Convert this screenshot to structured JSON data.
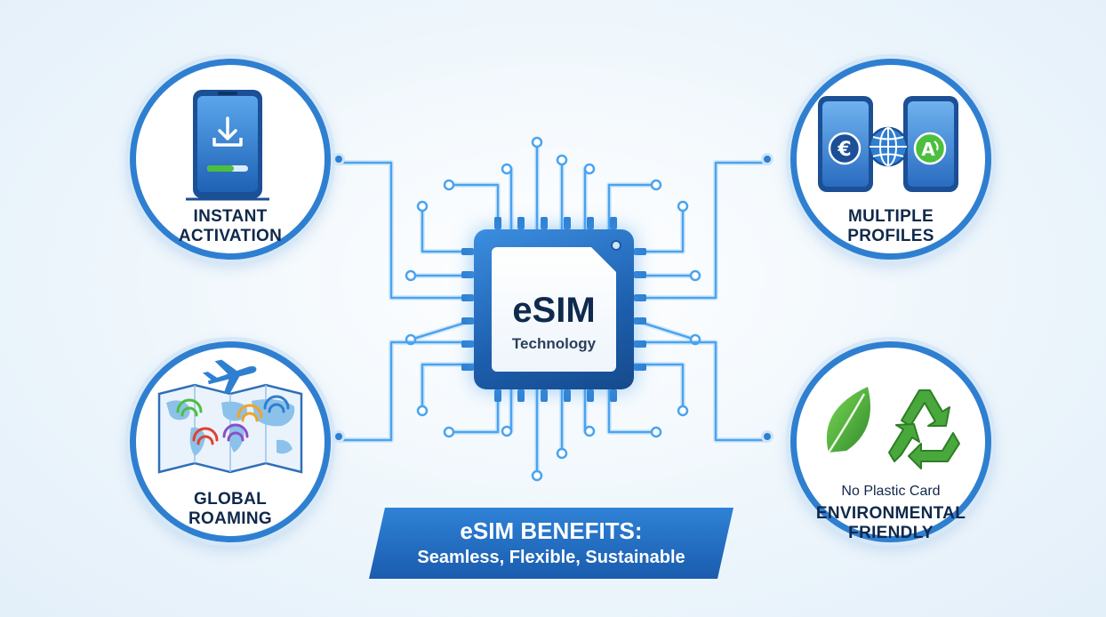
{
  "chip": {
    "title": "eSIM",
    "subtitle": "Technology"
  },
  "features": {
    "instant_activation": {
      "line1": "INSTANT",
      "line2": "ACTIVATION"
    },
    "multiple_profiles": {
      "line1": "MULTIPLE",
      "line2": "PROFILES",
      "icon_glyphs": [
        "€",
        "A"
      ]
    },
    "global_roaming": {
      "line1": "GLOBAL",
      "line2": "ROAMING"
    },
    "environmental": {
      "note": "No Plastic Card",
      "line1": "ENVIRONMENTAL",
      "line2": "FRIENDLY"
    }
  },
  "banner": {
    "title": "eSIM BENEFITS:",
    "subtitle": "Seamless, Flexible, Sustainable"
  },
  "colors": {
    "primary_blue": "#2f7fd1",
    "dark_blue": "#1d5fae",
    "circuit_glow": "#4aa3ef",
    "text_dark": "#10284a",
    "leaf_green": "#3f9b33"
  },
  "icons": {
    "instant_activation": "phone-download-icon",
    "multiple_profiles": "dual-phone-profiles-icon",
    "global_roaming": "world-map-airplane-icon",
    "environmental": "leaf-recycle-icon"
  }
}
